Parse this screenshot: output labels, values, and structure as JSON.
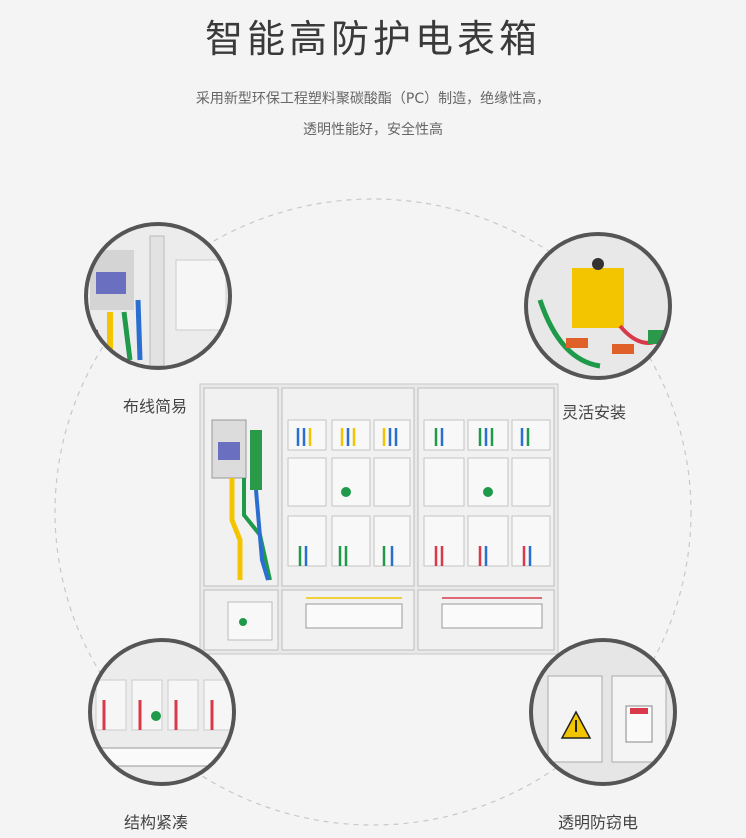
{
  "header": {
    "title": "智能高防护电表箱",
    "subtitle_line1": "采用新型环保工程塑料聚碳酸酯（PC）制造，绝缘性高，",
    "subtitle_line2": "透明性能好，安全性高"
  },
  "features": [
    {
      "label": "布线简易"
    },
    {
      "label": "灵活安装"
    },
    {
      "label": "结构紧凑"
    },
    {
      "label": "透明防窃电"
    }
  ],
  "colors": {
    "background": "#f4f4f4",
    "circle_border": "#555555",
    "dashed_ring": "#c8c8c8",
    "wire_yellow": "#f2c500",
    "wire_green": "#1e9a4a",
    "wire_red": "#d83a4a",
    "wire_blue": "#2a6fd0"
  }
}
